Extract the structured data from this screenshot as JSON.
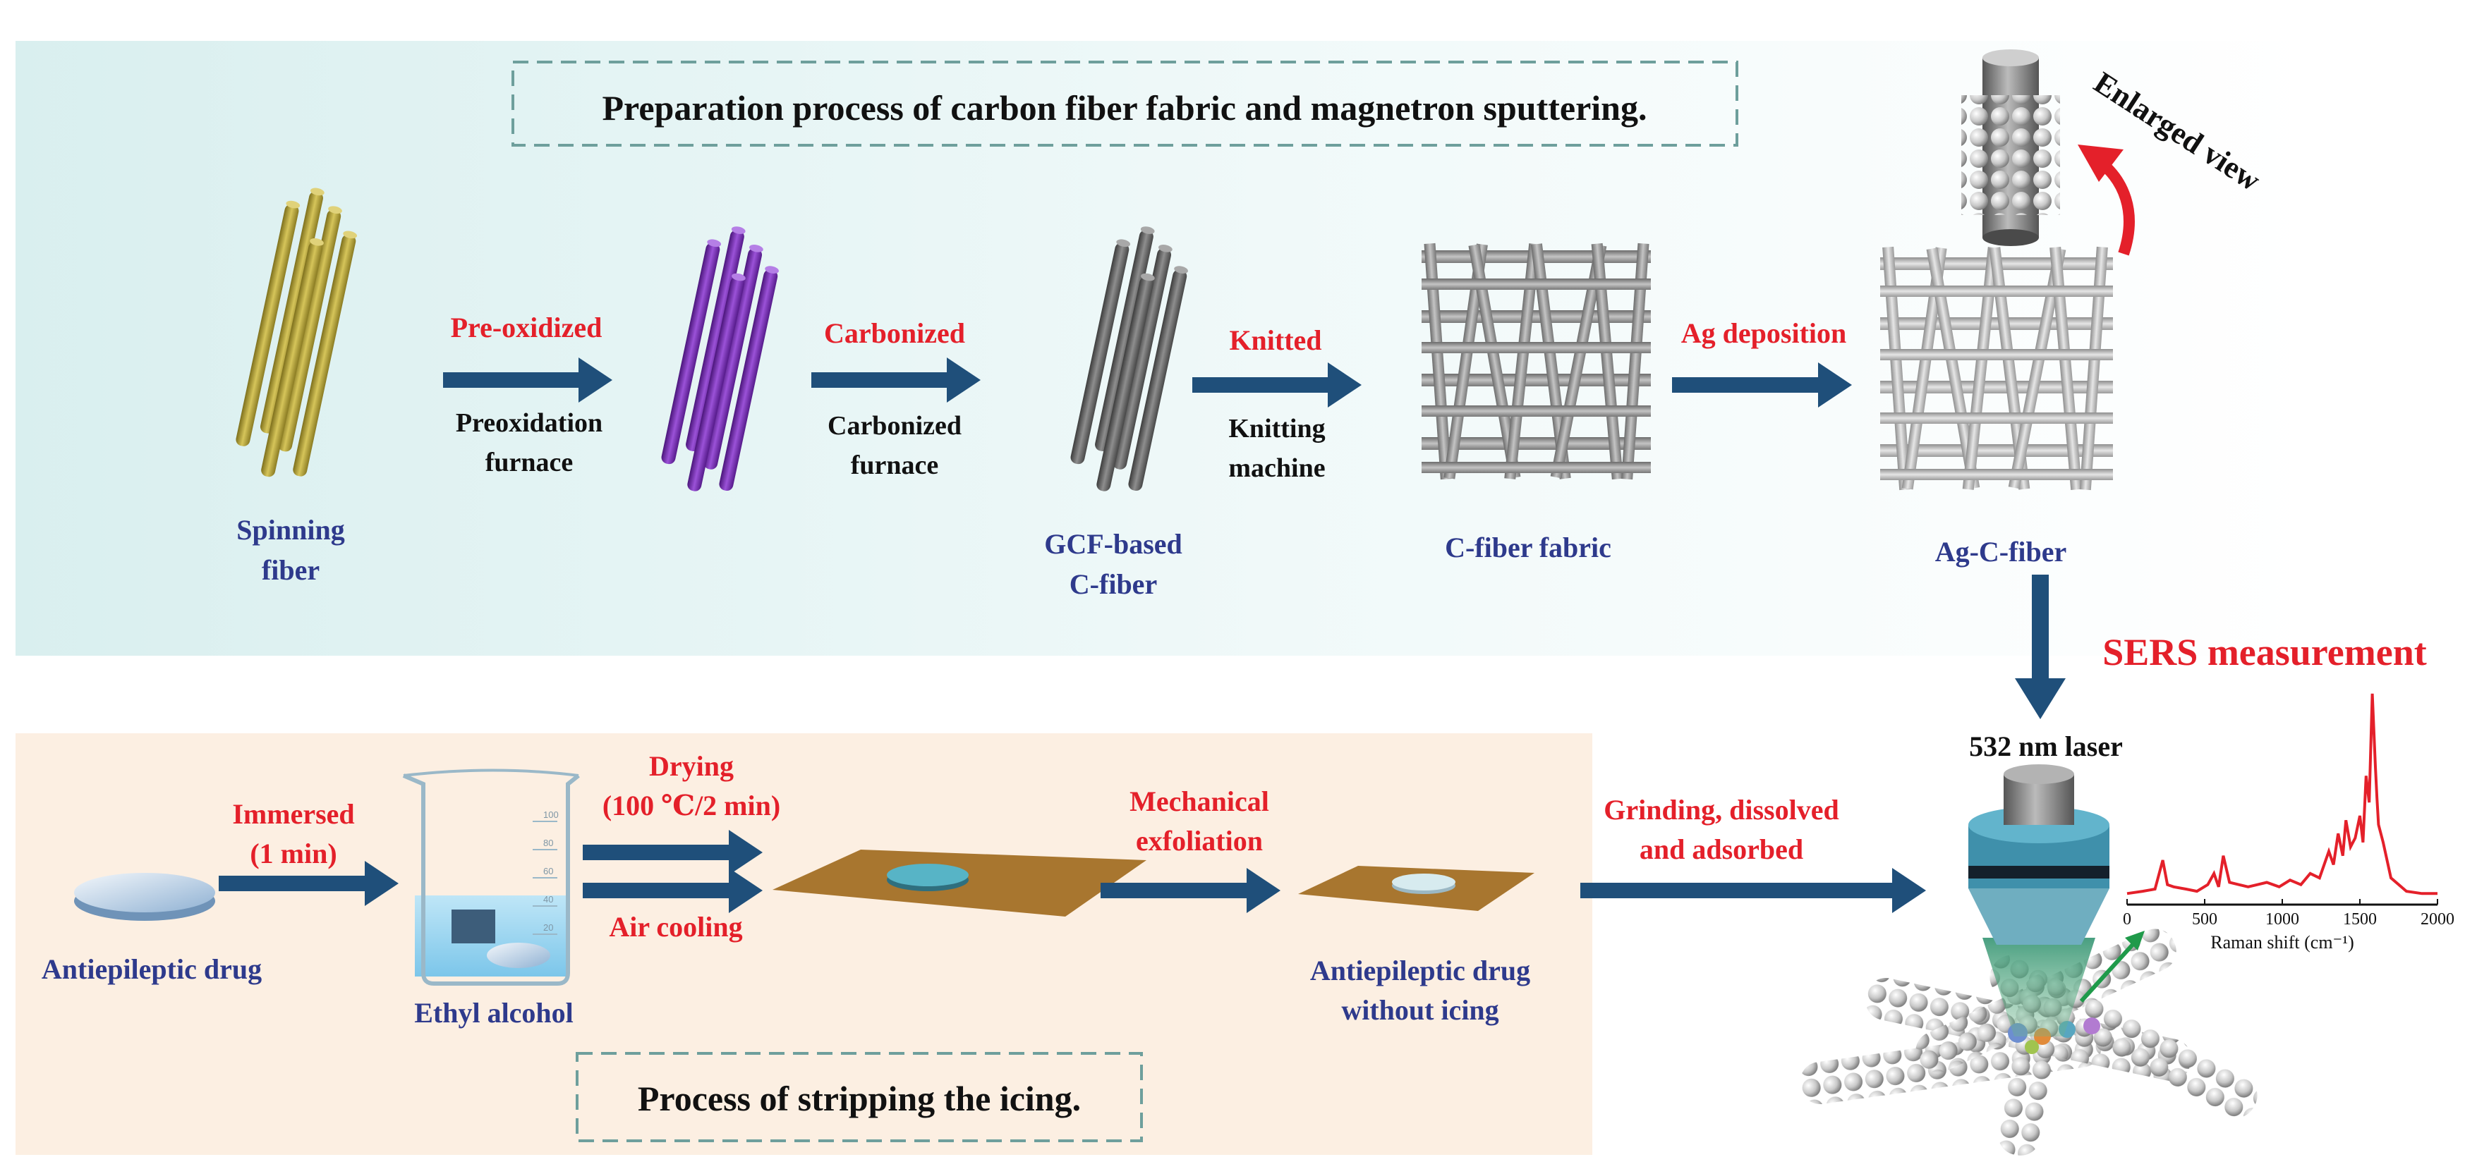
{
  "top_panel": {
    "title": "Preparation  process of carbon fiber fabric and magnetron sputtering.",
    "steps": [
      {
        "label": "Pre-oxidized",
        "equipment": [
          "Preoxidation",
          "furnace"
        ]
      },
      {
        "label": "Carbonized",
        "equipment": [
          "Carbonized",
          "furnace"
        ]
      },
      {
        "label": "Knitted",
        "equipment": [
          "Knitting",
          "machine"
        ]
      },
      {
        "label": "Ag deposition"
      }
    ],
    "materials": [
      {
        "lines": [
          "Spinning",
          "fiber"
        ],
        "color": "#b9a83a"
      },
      {
        "lines": [],
        "color": "#7b2fb8"
      },
      {
        "lines": [
          "GCF-based",
          "C-fiber"
        ],
        "color": "#6f6f6f"
      },
      {
        "lines": [
          "C-fiber fabric"
        ]
      },
      {
        "lines": [
          "Ag-C-fiber"
        ]
      }
    ],
    "enlarged_view": "Enlarged view"
  },
  "bottom_panel": {
    "title": "Process of stripping the icing.",
    "start_material": "Antiepileptic drug",
    "step_immersed": [
      "Immersed",
      "(1 min)"
    ],
    "beaker_label": "Ethyl alcohol",
    "beaker_marks": [
      "100",
      "80",
      "60",
      "40",
      "20"
    ],
    "step_drying": [
      "Drying",
      "(100 ℃/2 min)"
    ],
    "step_cooling": "Air cooling",
    "step_exfoliation": [
      "Mechanical",
      "exfoliation"
    ],
    "end_material": [
      "Antiepileptic drug",
      "without icing"
    ],
    "step_grinding": [
      "Grinding, dissolved",
      "and adsorbed"
    ]
  },
  "measurement": {
    "title": "SERS measurement",
    "laser": "532 nm laser"
  },
  "colors": {
    "top_panel_bg": "#dff1f1",
    "bottom_panel_bg": "#fcefe2",
    "arrow": "#1f4f7a",
    "red_text": "#e4202a",
    "blue_text": "#2e3a8c",
    "spectrum": "#e4202a"
  },
  "chart_data": {
    "type": "line",
    "xlabel": "Raman shift (cm⁻¹)",
    "ylabel": "",
    "xlim": [
      0,
      2000
    ],
    "ylim": [
      0,
      100
    ],
    "x_ticks": [
      0,
      500,
      1000,
      1500,
      2000
    ],
    "grid": false,
    "series": [
      {
        "x": [
          0,
          100,
          180,
          230,
          260,
          300,
          380,
          450,
          520,
          560,
          590,
          620,
          660,
          720,
          780,
          840,
          900,
          980,
          1050,
          1120,
          1180,
          1240,
          1300,
          1330,
          1360,
          1390,
          1410,
          1440,
          1470,
          1500,
          1520,
          1540,
          1560,
          1580,
          1600,
          1610,
          1620,
          1650,
          1700,
          1800,
          1900,
          2000
        ],
        "y": [
          5,
          6,
          7,
          20,
          9,
          8,
          7,
          6,
          9,
          14,
          8,
          22,
          10,
          9,
          8,
          9,
          10,
          8,
          11,
          9,
          14,
          12,
          24,
          18,
          32,
          22,
          38,
          26,
          30,
          40,
          28,
          58,
          46,
          95,
          62,
          48,
          36,
          28,
          12,
          6,
          5,
          5
        ]
      }
    ]
  }
}
